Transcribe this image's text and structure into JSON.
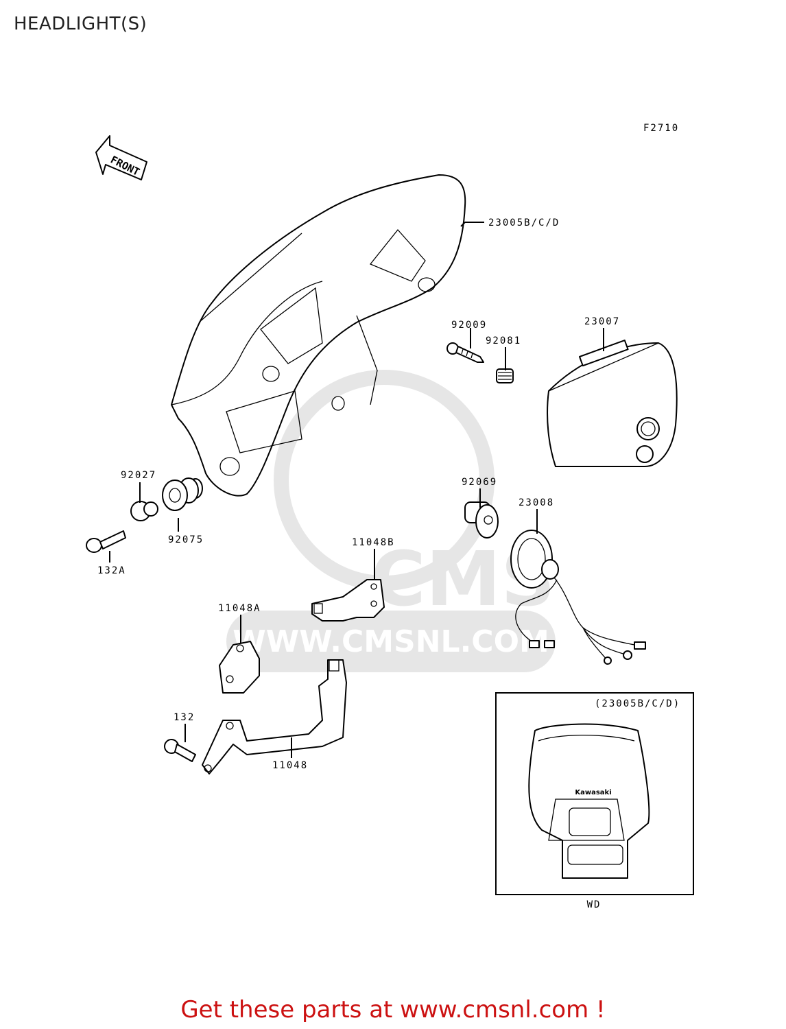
{
  "title": "HEADLIGHT(S)",
  "figure_code": "F2710",
  "front_label": "FRONT",
  "parts": [
    {
      "id": "23005B/C/D"
    },
    {
      "id": "23007"
    },
    {
      "id": "92009"
    },
    {
      "id": "92081"
    },
    {
      "id": "92027"
    },
    {
      "id": "92075"
    },
    {
      "id": "132A"
    },
    {
      "id": "92069"
    },
    {
      "id": "23008"
    },
    {
      "id": "11048B"
    },
    {
      "id": "11048A"
    },
    {
      "id": "132"
    },
    {
      "id": "11048"
    }
  ],
  "inset": {
    "label": "(23005B/C/D)",
    "caption": "WD",
    "brand": "Kawasaki"
  },
  "watermark": {
    "text": "WWW.CMSNL.COM",
    "logo": "CMS"
  },
  "footer": "Get these parts at www.cmsnl.com !",
  "colors": {
    "footer": "#cc1111",
    "watermark": "#e6e6e6",
    "lines": "#000000"
  }
}
